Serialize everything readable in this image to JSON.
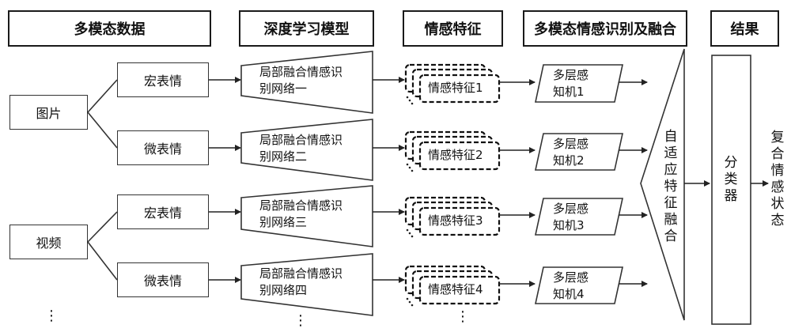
{
  "headers": {
    "data": "多模态数据",
    "model": "深度学习模型",
    "features": "情感特征",
    "fusion": "多模态情感识别及融合",
    "result": "结果"
  },
  "inputs": {
    "image": "图片",
    "video": "视频"
  },
  "expressions": {
    "macro_1": "宏表情",
    "micro_1": "微表情",
    "macro_2": "宏表情",
    "micro_2": "微表情"
  },
  "networks": [
    {
      "line1": "局部融合情感识",
      "line2": "别网络一"
    },
    {
      "line1": "局部融合情感识",
      "line2": "别网络二"
    },
    {
      "line1": "局部融合情感识",
      "line2": "别网络三"
    },
    {
      "line1": "局部融合情感识",
      "line2": "别网络四"
    }
  ],
  "features": [
    "情感特征1",
    "情感特征2",
    "情感特征3",
    "情感特征4"
  ],
  "perceptrons": [
    {
      "line1": "多层感",
      "line2": "知机1"
    },
    {
      "line1": "多层感",
      "line2": "知机2"
    },
    {
      "line1": "多层感",
      "line2": "知机3"
    },
    {
      "line1": "多层感",
      "line2": "知机4"
    }
  ],
  "fusion_label": [
    "自",
    "适",
    "应",
    "特",
    "征",
    "融",
    "合"
  ],
  "classifier_label": [
    "分",
    "类",
    "器"
  ],
  "output_label": [
    "复",
    "合",
    "情",
    "感",
    "状",
    "态"
  ],
  "ellipsis": "⋮"
}
